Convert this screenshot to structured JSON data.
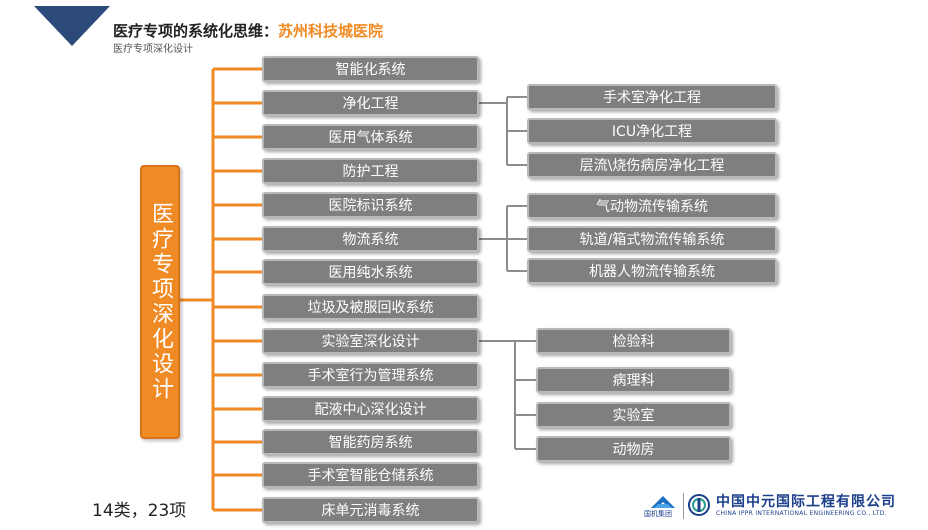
{
  "header": {
    "title": "医疗专项的系统化思维：",
    "title_highlight": "苏州科技城医院",
    "subtitle": "医疗专项深化设计"
  },
  "root_label": "医疗专项深化设计",
  "categories": [
    "智能化系统",
    "净化工程",
    "医用气体系统",
    "防护工程",
    "医院标识系统",
    "物流系统",
    "医用纯水系统",
    "垃圾及被服回收系统",
    "实验室深化设计",
    "手术室行为管理系统",
    "配液中心深化设计",
    "智能药房系统",
    "手术室智能仓储系统",
    "床单元消毒系统"
  ],
  "purification_children": [
    "手术室净化工程",
    "ICU净化工程",
    "层流\\烧伤病房净化工程"
  ],
  "logistics_children": [
    "气动物流传输系统",
    "轨道/箱式物流传输系统",
    "机器人物流传输系统"
  ],
  "lab_children": [
    "检验科",
    "病理科",
    "实验室",
    "动物房"
  ],
  "count_label": "14类，23项",
  "footer": {
    "group_name": "国机集团",
    "company_cn": "中国中元国际工程有限公司",
    "company_en": "CHINA IPPR INTERNATIONAL ENGINEERING CO., LTD."
  },
  "colors": {
    "accent": "#f08a24",
    "box_fill": "#7f7f7f",
    "box_border": "#b9b9b9",
    "connector_gray": "#8c8c8c",
    "brand_blue": "#1c3f8a"
  }
}
